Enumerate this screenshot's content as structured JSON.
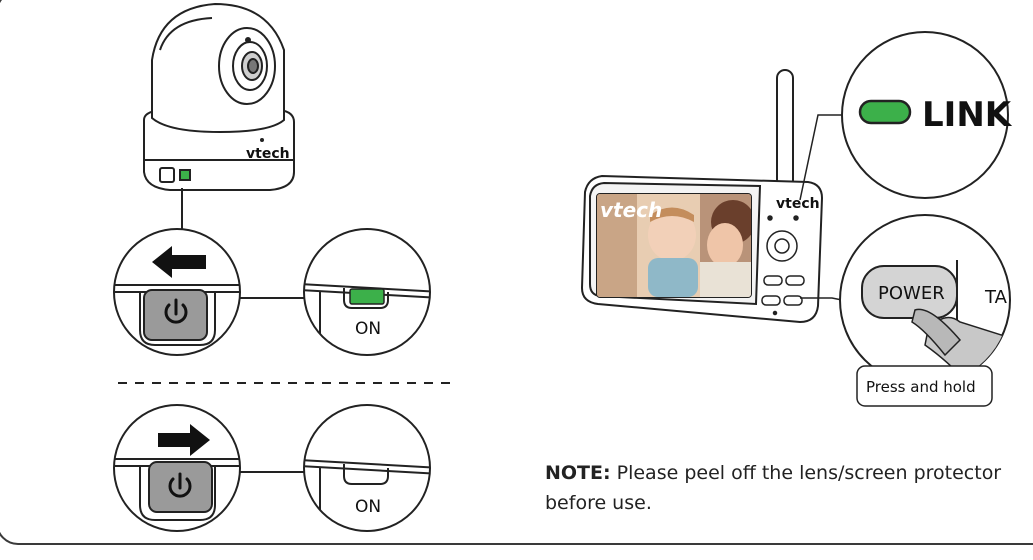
{
  "camera": {
    "brand": "vtech",
    "on_label_top": "ON",
    "on_label_bottom": "ON"
  },
  "monitor": {
    "brand": "vtech",
    "screen_brand": "vtech",
    "link_label": "LINK",
    "power_label": "POWER",
    "talk_label_partial": "TA",
    "press_hold": "Press and hold"
  },
  "note": {
    "prefix": "NOTE:",
    "text": " Please peel off the lens/screen protector before use."
  },
  "colors": {
    "led_green": "#3cb04a",
    "switch_gray": "#9a9a9a",
    "outline": "#222222"
  },
  "icons": [
    "arrow-left-icon",
    "arrow-right-icon",
    "power-icon",
    "power-icon",
    "camera-off-icon"
  ]
}
